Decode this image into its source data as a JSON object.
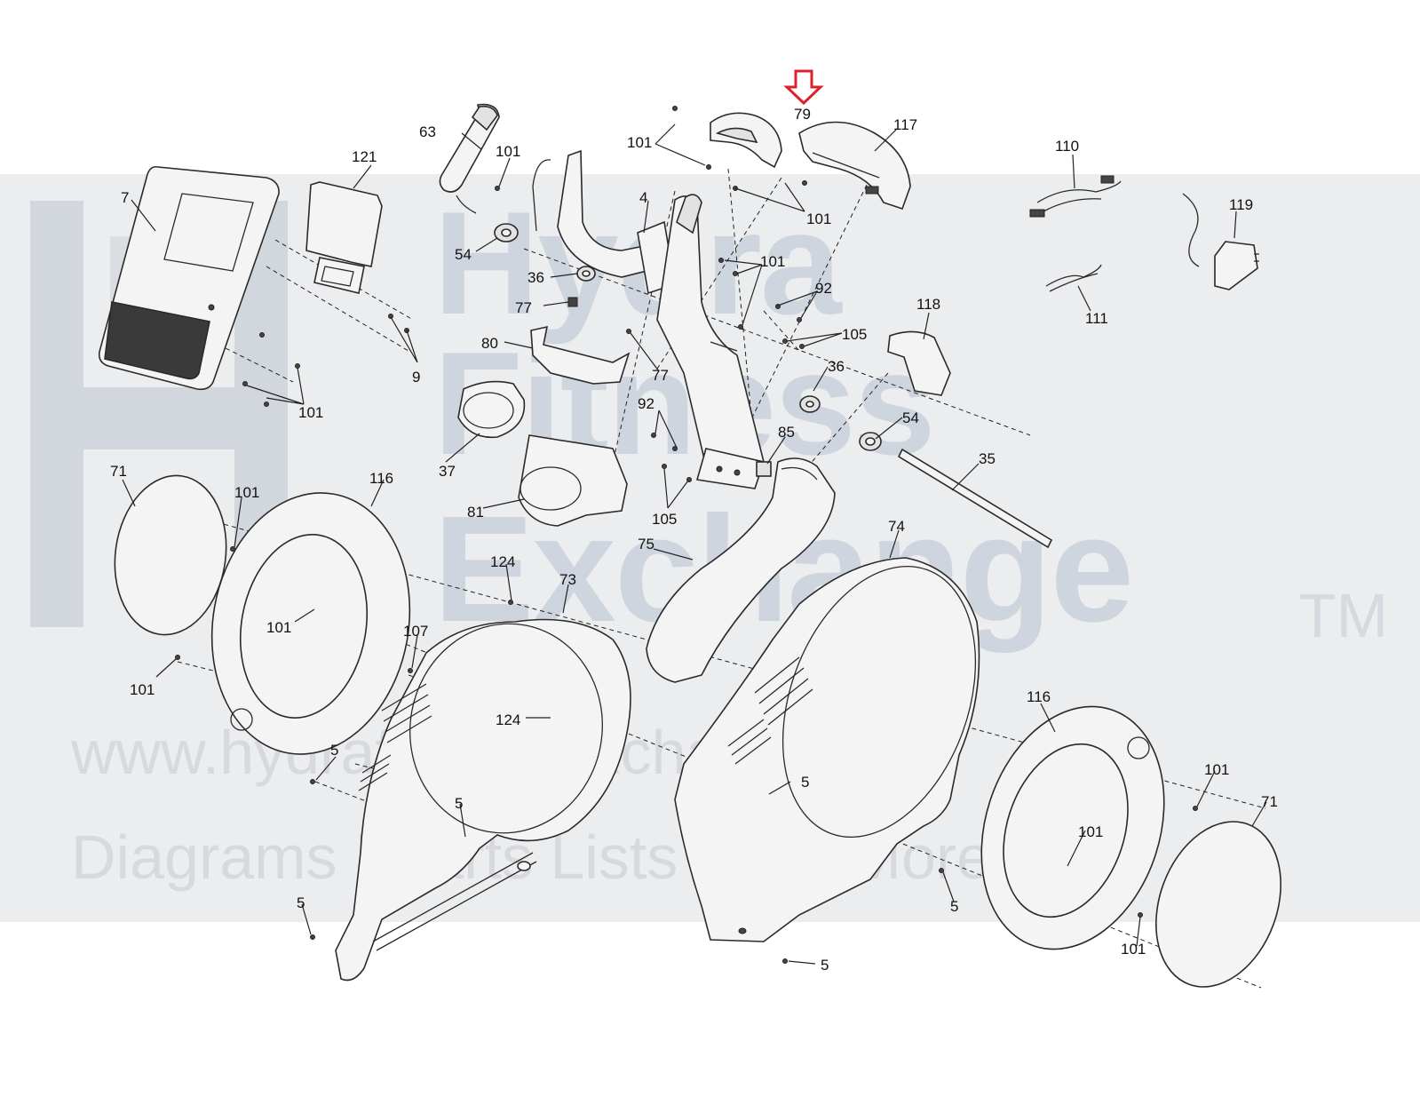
{
  "watermark": {
    "brand_line1": "Hydra",
    "brand_line2": "Fitness",
    "brand_line3": "Exchange",
    "trademark": "TM",
    "url": "www.hydrafitnessexchange.com",
    "tagline": "Diagrams | Parts Lists | and More"
  },
  "highlight": {
    "arrow_color": "#d9232e",
    "part_number": "79"
  },
  "callouts": [
    {
      "id": "c-79",
      "text": "79"
    },
    {
      "id": "c-117",
      "text": "117"
    },
    {
      "id": "c-63",
      "text": "63"
    },
    {
      "id": "c-101-a",
      "text": "101"
    },
    {
      "id": "c-101-b",
      "text": "101"
    },
    {
      "id": "c-121",
      "text": "121"
    },
    {
      "id": "c-7",
      "text": "7"
    },
    {
      "id": "c-4",
      "text": "4"
    },
    {
      "id": "c-101-c",
      "text": "101"
    },
    {
      "id": "c-110",
      "text": "110"
    },
    {
      "id": "c-119",
      "text": "119"
    },
    {
      "id": "c-54-a",
      "text": "54"
    },
    {
      "id": "c-36-a",
      "text": "36"
    },
    {
      "id": "c-101-d",
      "text": "101"
    },
    {
      "id": "c-92-a",
      "text": "92"
    },
    {
      "id": "c-77-a",
      "text": "77"
    },
    {
      "id": "c-111",
      "text": "111"
    },
    {
      "id": "c-118",
      "text": "118"
    },
    {
      "id": "c-105-a",
      "text": "105"
    },
    {
      "id": "c-80",
      "text": "80"
    },
    {
      "id": "c-77-b",
      "text": "77"
    },
    {
      "id": "c-9",
      "text": "9"
    },
    {
      "id": "c-36-b",
      "text": "36"
    },
    {
      "id": "c-101-e",
      "text": "101"
    },
    {
      "id": "c-92-b",
      "text": "92"
    },
    {
      "id": "c-54-b",
      "text": "54"
    },
    {
      "id": "c-85",
      "text": "85"
    },
    {
      "id": "c-37",
      "text": "37"
    },
    {
      "id": "c-35",
      "text": "35"
    },
    {
      "id": "c-71-a",
      "text": "71"
    },
    {
      "id": "c-101-f",
      "text": "101"
    },
    {
      "id": "c-116-a",
      "text": "116"
    },
    {
      "id": "c-81",
      "text": "81"
    },
    {
      "id": "c-105-b",
      "text": "105"
    },
    {
      "id": "c-74",
      "text": "74"
    },
    {
      "id": "c-75",
      "text": "75"
    },
    {
      "id": "c-124-a",
      "text": "124"
    },
    {
      "id": "c-73",
      "text": "73"
    },
    {
      "id": "c-101-g",
      "text": "101"
    },
    {
      "id": "c-107",
      "text": "107"
    },
    {
      "id": "c-101-h",
      "text": "101"
    },
    {
      "id": "c-116-b",
      "text": "116"
    },
    {
      "id": "c-124-b",
      "text": "124"
    },
    {
      "id": "c-5-a",
      "text": "5"
    },
    {
      "id": "c-101-i",
      "text": "101"
    },
    {
      "id": "c-71-b",
      "text": "71"
    },
    {
      "id": "c-5-b",
      "text": "5"
    },
    {
      "id": "c-5-c",
      "text": "5"
    },
    {
      "id": "c-101-j",
      "text": "101"
    },
    {
      "id": "c-5-d",
      "text": "5"
    },
    {
      "id": "c-5-e",
      "text": "5"
    },
    {
      "id": "c-5-f",
      "text": "5"
    },
    {
      "id": "c-101-k",
      "text": "101"
    }
  ]
}
